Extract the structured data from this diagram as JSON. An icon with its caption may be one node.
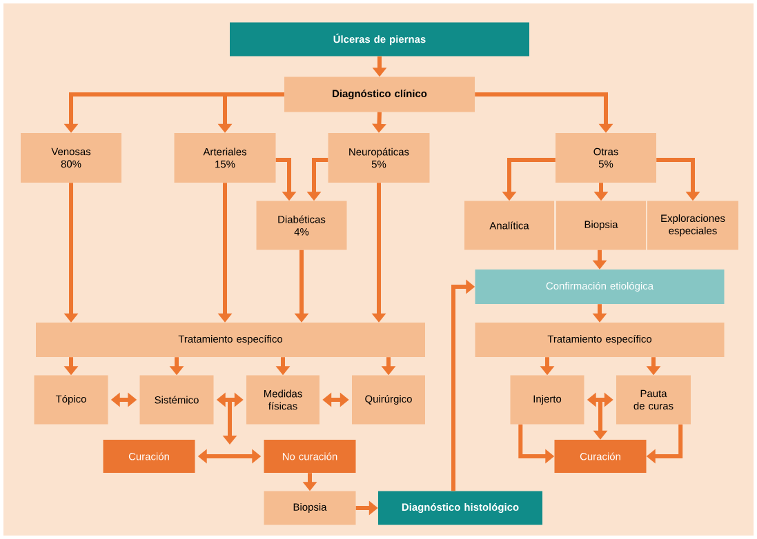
{
  "diagram": {
    "nodes": [
      {
        "text": [
          "Úlceras de piernas"
        ]
      },
      {
        "text": [
          "Diagnóstico clínico"
        ]
      },
      {
        "text": [
          "Venosas 80%"
        ]
      },
      {
        "text": [
          "Arteriales 15%"
        ]
      },
      {
        "text": [
          "Neuropáticas 5%"
        ]
      },
      {
        "text": [
          "Otras 5%"
        ]
      },
      {
        "text": [
          "Diabéticas 4%"
        ]
      },
      {
        "text": [
          "Analítica"
        ]
      },
      {
        "text": [
          "Biopsia"
        ]
      },
      {
        "text": [
          "Exploraciones especiales"
        ]
      },
      {
        "text": [
          "Confirmación etiológica"
        ]
      },
      {
        "text": [
          "Tratamiento específico"
        ]
      },
      {
        "text": [
          "Tratamiento específico"
        ]
      },
      {
        "text": [
          "Tópico"
        ]
      },
      {
        "text": [
          "Sistémico"
        ]
      },
      {
        "text": [
          "Medidas físicas"
        ]
      },
      {
        "text": [
          "Quirúrgico"
        ]
      },
      {
        "text": [
          "Injerto"
        ]
      },
      {
        "text": [
          "Pauta de curas"
        ]
      },
      {
        "text": [
          "Curación"
        ]
      },
      {
        "text": [
          "No curación"
        ]
      },
      {
        "text": [
          "Curación"
        ]
      },
      {
        "text": [
          "Biopsia"
        ]
      },
      {
        "text": [
          "Diagnóstico histológico"
        ]
      }
    ],
    "edges": [
      {
        "from": 0,
        "to": 1,
        "arrow": "to"
      },
      {
        "from": 1,
        "to": 2,
        "arrow": "to"
      },
      {
        "from": 1,
        "to": 3,
        "arrow": "to"
      },
      {
        "from": 1,
        "to": 4,
        "arrow": "to"
      },
      {
        "from": 1,
        "to": 5,
        "arrow": "to"
      },
      {
        "from": 2,
        "to": 11,
        "arrow": "to"
      },
      {
        "from": 3,
        "to": 11,
        "arrow": "to"
      },
      {
        "from": 3,
        "to": 6,
        "arrow": "to"
      },
      {
        "from": 4,
        "to": 6,
        "arrow": "to"
      },
      {
        "from": 6,
        "to": 11,
        "arrow": "to"
      },
      {
        "from": 4,
        "to": 11,
        "arrow": "to"
      },
      {
        "from": 5,
        "to": 7,
        "arrow": "to"
      },
      {
        "from": 5,
        "to": 8,
        "arrow": "to"
      },
      {
        "from": 5,
        "to": 9,
        "arrow": "to"
      },
      {
        "from": 8,
        "to": 10,
        "arrow": "to"
      },
      {
        "from": 10,
        "to": 12,
        "arrow": "to"
      },
      {
        "from": 11,
        "to": 13,
        "arrow": "to"
      },
      {
        "from": 11,
        "to": 14,
        "arrow": "to"
      },
      {
        "from": 11,
        "to": 15,
        "arrow": "to"
      },
      {
        "from": 11,
        "to": 16,
        "arrow": "to"
      },
      {
        "from": 12,
        "to": 17,
        "arrow": "to"
      },
      {
        "from": 12,
        "to": 18,
        "arrow": "to"
      },
      {
        "from": 13,
        "to": 14,
        "arrow": "both"
      },
      {
        "from": 14,
        "to": 15,
        "arrow": "both"
      },
      {
        "from": 15,
        "to": 16,
        "arrow": "both"
      },
      {
        "from": 19,
        "to": 20,
        "arrow": "both"
      },
      {
        "from": 20,
        "to": 22,
        "arrow": "to"
      },
      {
        "from": 22,
        "to": 23,
        "arrow": "to"
      },
      {
        "from": 23,
        "to": 10,
        "arrow": "to"
      },
      {
        "from": 17,
        "to": 18,
        "arrow": "both"
      },
      {
        "from": null,
        "to": 21,
        "arrow": "to"
      },
      {
        "from": 17,
        "to": 21,
        "arrow": "to"
      },
      {
        "from": 18,
        "to": 21,
        "arrow": "to"
      }
    ]
  }
}
